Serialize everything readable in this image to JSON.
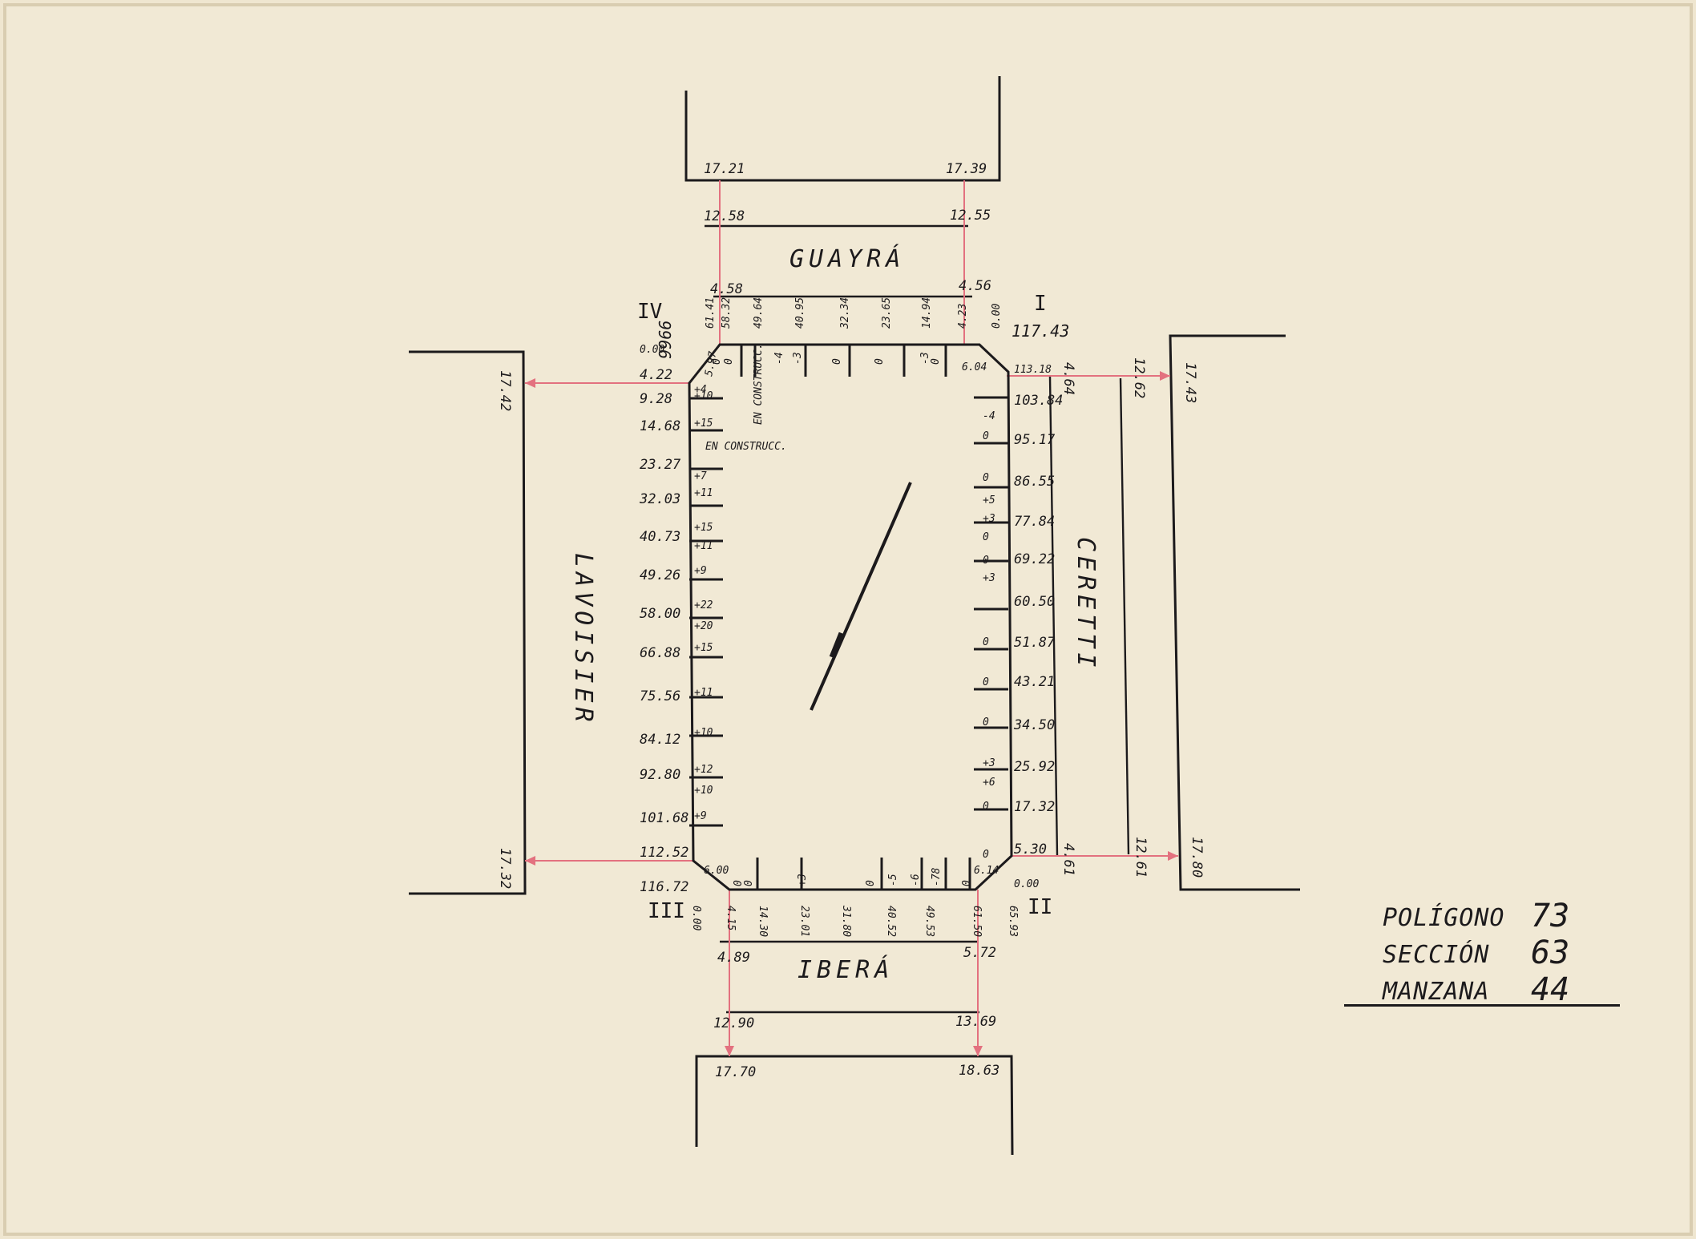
{
  "streets": {
    "north": "GUAYRÁ",
    "south": "IBERÁ",
    "west": "LAVOISIER",
    "east": "CERETTI"
  },
  "corners": {
    "ne": "I",
    "se": "II",
    "sw": "III",
    "nw": "IV"
  },
  "north": {
    "block_totals": [
      "9966",
      "117.43"
    ],
    "levels_left": [
      "17.21",
      "12.58",
      "4.58"
    ],
    "levels_right": [
      "17.39",
      "12.55",
      "4.56"
    ],
    "frontage_distances": [
      "0.00",
      "4.23",
      "14.94",
      "23.65",
      "32.34",
      "40.95",
      "49.64",
      "58.32",
      "61.41"
    ],
    "level_marks": [
      "0",
      "-3",
      "0",
      "0",
      "-3",
      "-4",
      "0",
      "0"
    ],
    "chamfers": [
      "5.97",
      "6.04"
    ]
  },
  "west": {
    "left_level": "17.42",
    "left_level_bottom": "17.32",
    "distances": [
      "0.00",
      "4.22",
      "9.28",
      "14.68",
      "23.27",
      "32.03",
      "40.73",
      "49.26",
      "58.00",
      "66.88",
      "75.56",
      "84.12",
      "92.80",
      "101.68",
      "112.52",
      "116.72"
    ],
    "level_marks": [
      "+4",
      "+10",
      "+15",
      "+7",
      "+11",
      "+15",
      "+11",
      "+9",
      "+22",
      "+20",
      "+15",
      "+11",
      "+10",
      "+12",
      "+10",
      "+9"
    ],
    "notes": [
      "EN CONSTRUCC.",
      "EN CONSTRUCC."
    ],
    "chamfer": "6.00"
  },
  "east": {
    "distances": [
      "113.18",
      "103.84",
      "95.17",
      "86.55",
      "77.84",
      "69.22",
      "60.50",
      "51.87",
      "43.21",
      "34.50",
      "25.92",
      "17.32",
      "5.30",
      "0.00"
    ],
    "level_marks": [
      "-4",
      "0",
      "0",
      "+5",
      "+3",
      "0",
      "0",
      "+3",
      "0",
      "0",
      "0",
      "+3",
      "+6",
      "0",
      "0"
    ],
    "mid_levels": [
      "4.64",
      "4.61"
    ],
    "far_levels": [
      "12.62",
      "12.61"
    ],
    "outer_levels": [
      "17.43",
      "17.80"
    ],
    "chamfer": "6.14"
  },
  "south": {
    "frontage_distances": [
      "0.00",
      "4.15",
      "14.30",
      "23.01",
      "31.80",
      "40.52",
      "49.53",
      "61.50",
      "65.93"
    ],
    "level_marks": [
      "0",
      "0",
      "+3",
      "0",
      "-5",
      "-6",
      "-78",
      "0"
    ],
    "levels_left": [
      "4.89",
      "12.90",
      "17.70"
    ],
    "levels_right": [
      "5.72",
      "13.69",
      "18.63"
    ]
  },
  "legend": [
    {
      "label": "POLÍGONO",
      "value": "73"
    },
    {
      "label": "SECCIÓN",
      "value": "63"
    },
    {
      "label": "MANZANA",
      "value": "44"
    }
  ]
}
